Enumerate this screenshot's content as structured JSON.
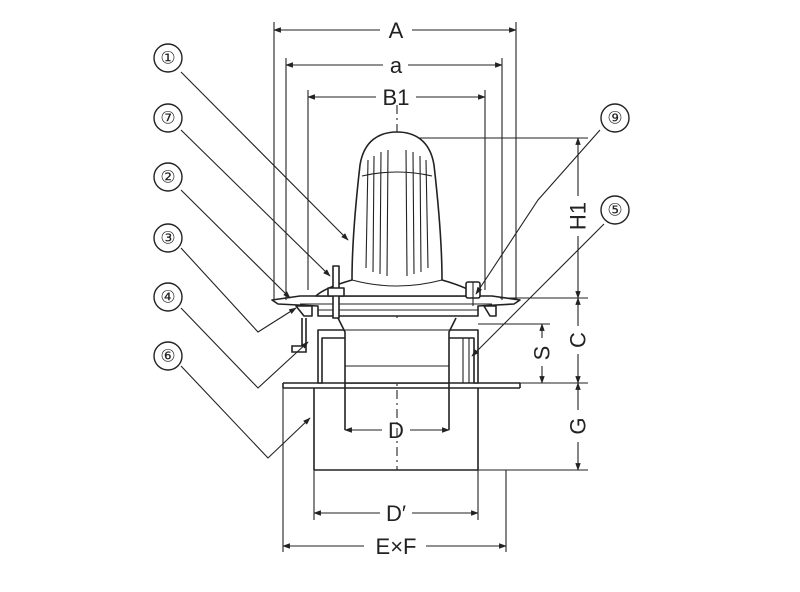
{
  "dimensions": {
    "A": "A",
    "a": "a",
    "B1": "B1",
    "H1": "H1",
    "C": "C",
    "S": "S",
    "G": "G",
    "D": "D",
    "D_prime": "D′",
    "ExF": "E×F"
  },
  "callouts": [
    "①",
    "⑦",
    "②",
    "③",
    "④",
    "⑥",
    "⑨",
    "⑤"
  ]
}
